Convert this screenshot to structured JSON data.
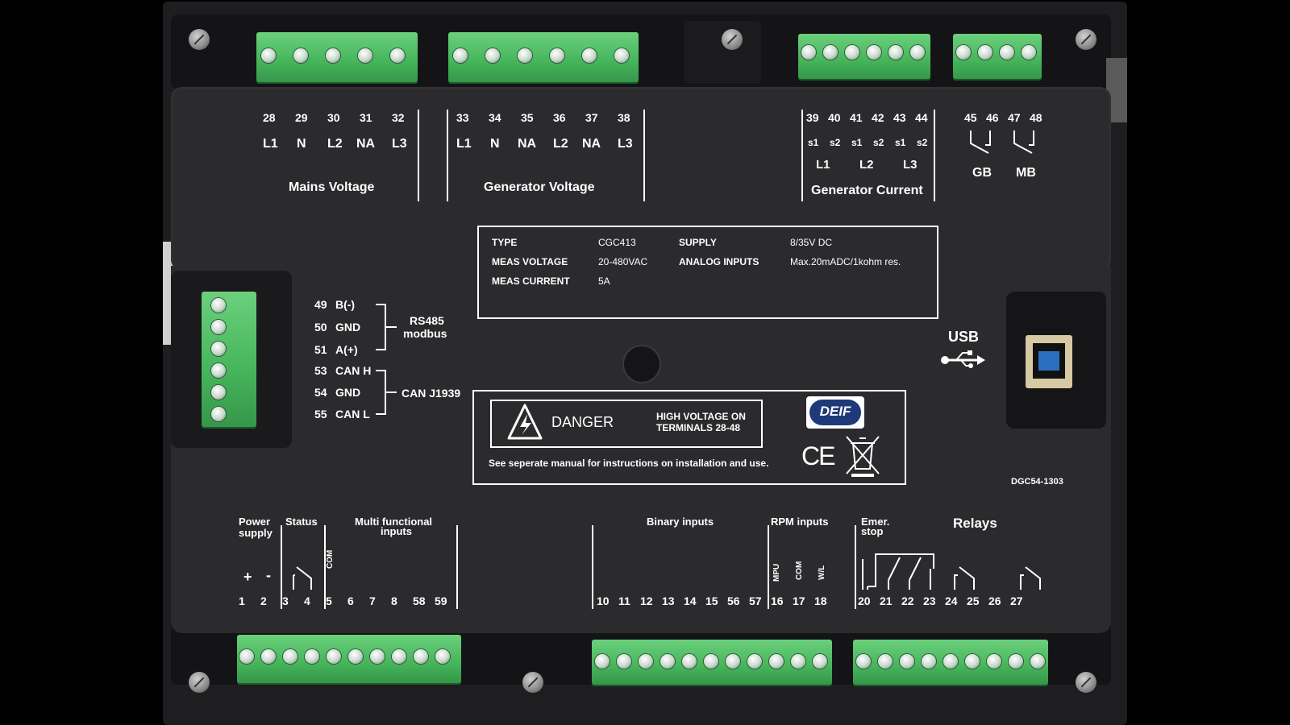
{
  "top": {
    "mains": {
      "numbers": [
        "28",
        "29",
        "30",
        "31",
        "32"
      ],
      "phases": [
        "L1",
        "N",
        "L2",
        "NA",
        "L3"
      ],
      "title": "Mains Voltage"
    },
    "generator": {
      "numbers": [
        "33",
        "34",
        "35",
        "36",
        "37",
        "38"
      ],
      "phases": [
        "L1",
        "N",
        "NA",
        "L2",
        "NA",
        "L3"
      ],
      "title": "Generator Voltage"
    },
    "current": {
      "numbers": [
        "39",
        "40",
        "41",
        "42",
        "43",
        "44"
      ],
      "secondaries": [
        "s1",
        "s2",
        "s1",
        "s2",
        "s1",
        "s2"
      ],
      "phases": [
        "L1",
        "L2",
        "L3"
      ],
      "title": "Generator Current"
    },
    "breakers": {
      "numbers": [
        "45",
        "46",
        "47",
        "48"
      ],
      "labels": [
        "GB",
        "MB"
      ]
    }
  },
  "spec": {
    "type_label": "TYPE",
    "type_value": "CGC413",
    "supply_label": "SUPPLY",
    "supply_value": "8/35V DC",
    "meas_voltage_label": "MEAS VOLTAGE",
    "meas_voltage_value": "20-480VAC",
    "analog_label": "ANALOG INPUTS",
    "analog_value": "Max.20mADC/1kohm res.",
    "meas_current_label": "MEAS CURRENT",
    "meas_current_value": "5A"
  },
  "comms": {
    "rows": [
      {
        "num": "49",
        "label": "B(-)"
      },
      {
        "num": "50",
        "label": "GND"
      },
      {
        "num": "51",
        "label": "A(+)"
      },
      {
        "num": "53",
        "label": "CAN H"
      },
      {
        "num": "54",
        "label": "GND"
      },
      {
        "num": "55",
        "label": "CAN L"
      }
    ],
    "rs485": "RS485",
    "modbus": "modbus",
    "can": "CAN J1939"
  },
  "usb": {
    "label": "USB"
  },
  "warning": {
    "danger": "DANGER",
    "hv_line1": "HIGH VOLTAGE ON",
    "hv_line2": "TERMINALS 28-48",
    "note": "See seperate manual for instructions on installation and use.",
    "brand": "DEIF",
    "ce": "CE"
  },
  "model_code": "DGC54-1303",
  "bottom": {
    "power_supply_l1": "Power",
    "power_supply_l2": "supply",
    "status": "Status",
    "multi_l1": "Multi functional",
    "multi_l2": "inputs",
    "binary": "Binary inputs",
    "rpm": "RPM inputs",
    "emer_l1": "Emer.",
    "emer_l2": "stop",
    "relays": "Relays",
    "plus": "+",
    "minus": "-",
    "com1": "COM",
    "mpu": "MPU",
    "com2": "COM",
    "wl": "W/L",
    "terminals_a": [
      "1",
      "2",
      "3",
      "4",
      "5",
      "6",
      "7",
      "8",
      "58",
      "59"
    ],
    "terminals_b": [
      "10",
      "11",
      "12",
      "13",
      "14",
      "15",
      "56",
      "57",
      "16",
      "17",
      "18"
    ],
    "terminals_c": [
      "20",
      "21",
      "22",
      "23",
      "24",
      "25",
      "26",
      "27"
    ]
  }
}
